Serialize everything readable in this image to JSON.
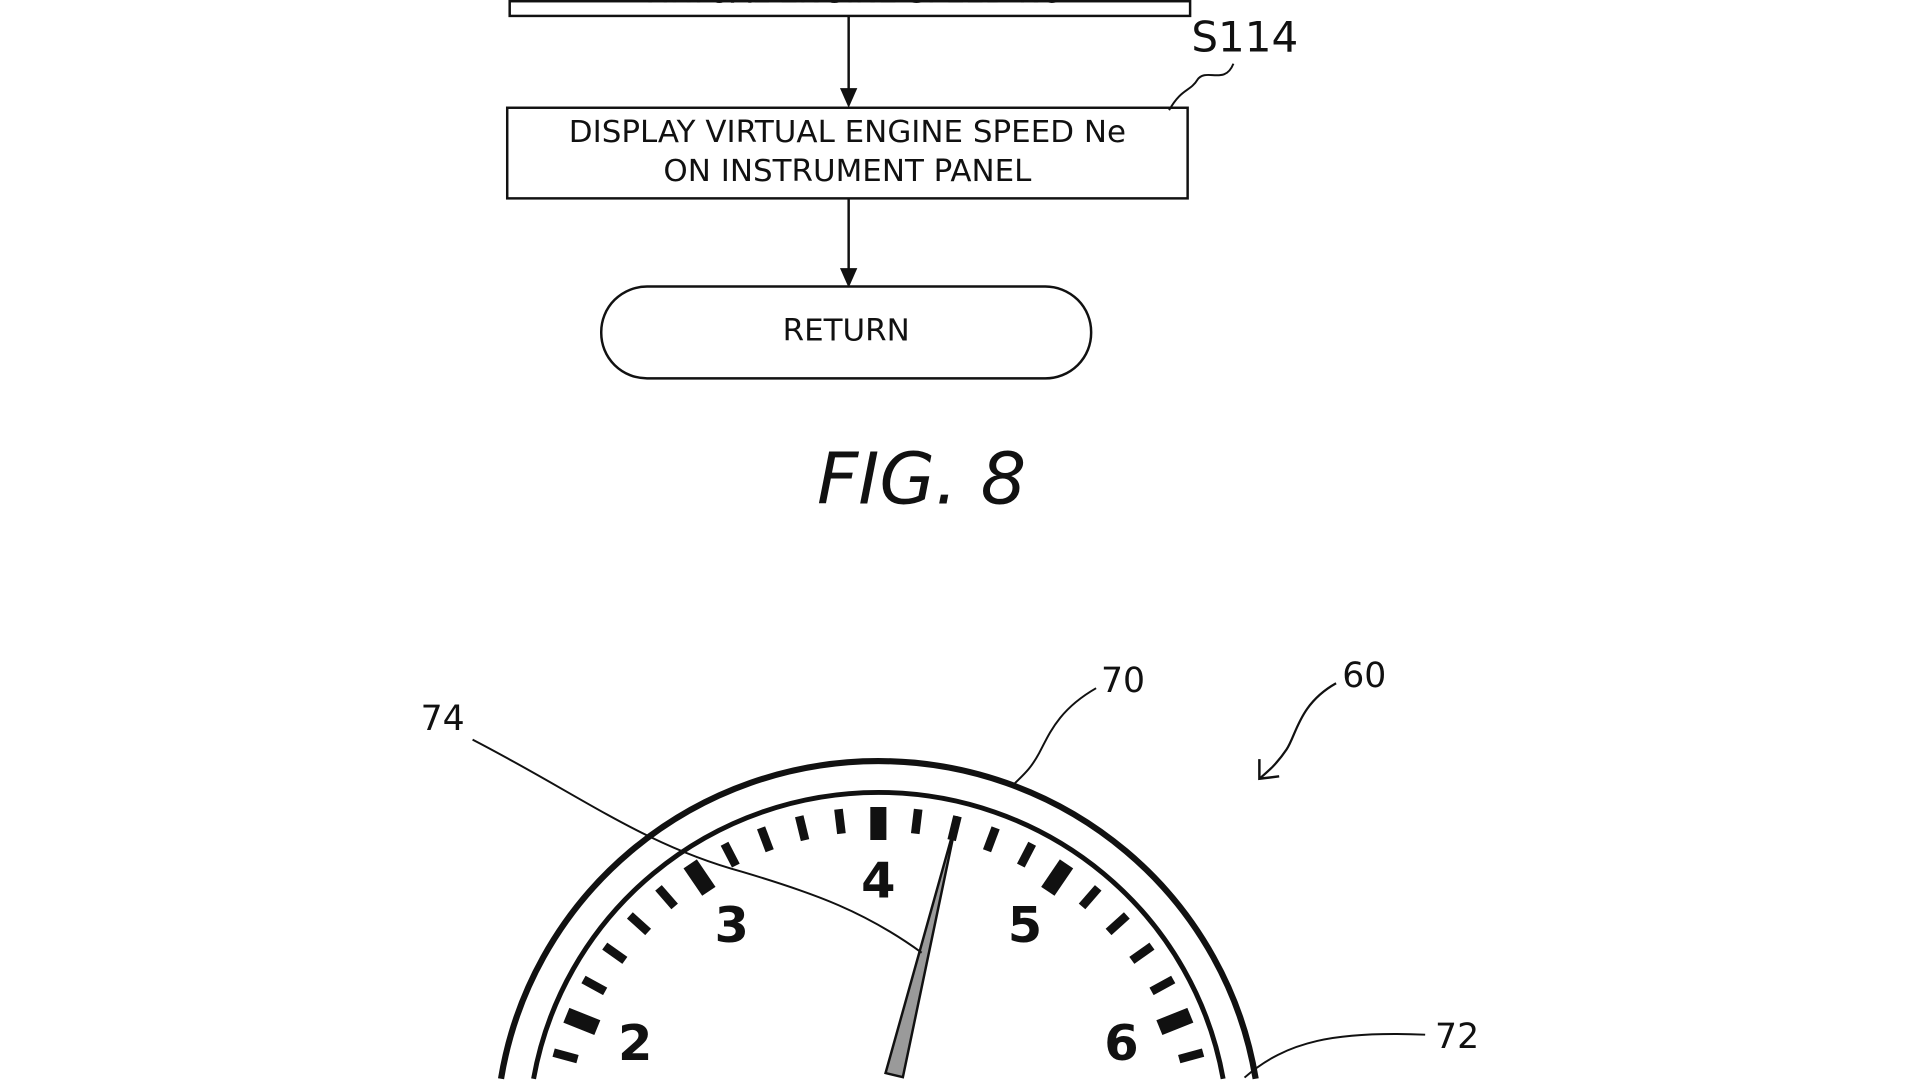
{
  "flowchart": {
    "cut_box_text": "VIRTUAL ENGINE SPEED Ne",
    "step_label": "S114",
    "step_lines": [
      "DISPLAY VIRTUAL ENGINE SPEED Ne",
      "ON INSTRUMENT PANEL"
    ],
    "terminal": "RETURN"
  },
  "figure_caption": "FIG. 8",
  "gauge": {
    "scale_numbers": [
      "2",
      "3",
      "4",
      "5",
      "6"
    ],
    "needle_value": 4.4,
    "refs": {
      "device": "60",
      "bezel": "70",
      "dial": "72",
      "needle": "74"
    },
    "colors": {
      "ink": "#111111",
      "needle_fill": "#9a9a9a"
    }
  }
}
